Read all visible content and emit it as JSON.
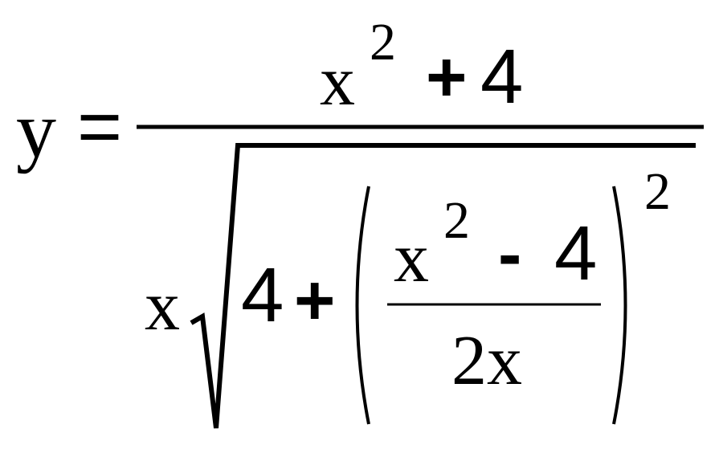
{
  "formula": {
    "lhs_var": "y",
    "equals": "=",
    "numerator": {
      "base": "x",
      "exponent": "2",
      "operator": "+",
      "constant": "4"
    },
    "denominator": {
      "coefficient": "x",
      "radicand": {
        "constant": "4",
        "operator": "+",
        "inner_fraction": {
          "numerator_base": "x",
          "numerator_exponent": "2",
          "numerator_operator": "-",
          "numerator_constant": "4",
          "denominator": "2x"
        },
        "outer_exponent": "2"
      }
    }
  }
}
